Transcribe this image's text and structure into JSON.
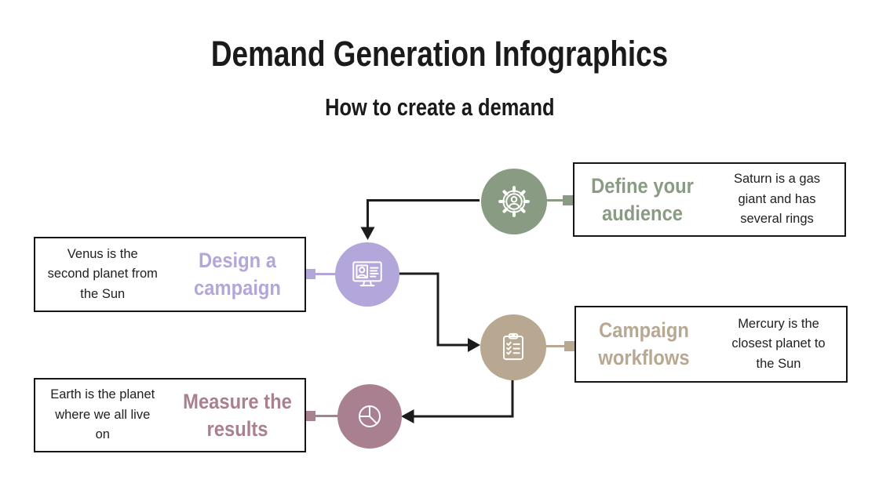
{
  "slide": {
    "title": "Demand Generation Infographics",
    "subtitle": "How to create a demand"
  },
  "colors": {
    "background": "#FFFFFF",
    "heading_text": "#1A1A1A",
    "body_text": "#212121",
    "box_border": "#161616",
    "arrow": "#1C1C1C",
    "icon_stroke": "#FFFFFF"
  },
  "steps": [
    {
      "heading": "Define your audience",
      "body": "Saturn is a gas giant and has several rings",
      "color": "#8A9B83",
      "icon": "gear-user-icon"
    },
    {
      "heading": "Design a campaign",
      "body": "Venus is the second planet from the Sun",
      "color": "#B3A6DB",
      "icon": "monitor-profile-icon"
    },
    {
      "heading": "Campaign workflows",
      "body": "Mercury is the closest planet to the Sun",
      "color": "#B8A892",
      "icon": "clipboard-checklist-icon"
    },
    {
      "heading": "Measure the results",
      "body": "Earth is the planet where we all live on",
      "color": "#A9808F",
      "icon": "pie-chart-icon"
    }
  ]
}
